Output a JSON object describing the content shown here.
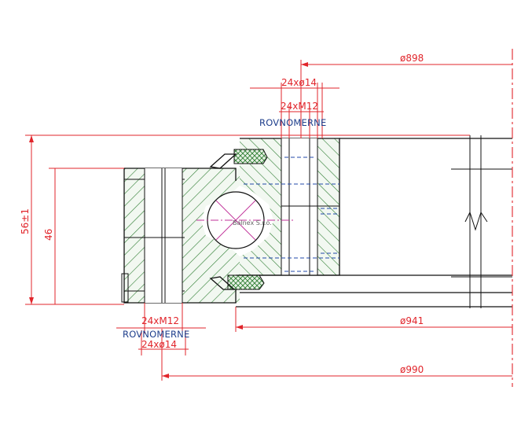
{
  "dimensions": {
    "d898": "ø898",
    "d941": "ø941",
    "d990": "ø990",
    "top_holes": "24xø14",
    "top_thread": "24xM12",
    "bottom_thread": "24xM12",
    "bottom_holes": "24xø14",
    "height_total": "56±1",
    "height_inner": "46"
  },
  "labels": {
    "top_spacing": "ROVNOMERNE",
    "bottom_spacing": "ROVNOMERNE"
  },
  "watermark": "Balnex S.r.o.",
  "colors": {
    "dimension": "#e1252b",
    "label": "#1f3f8c",
    "hatch": "#2e7d32",
    "outline": "#111111",
    "bolt_dashed": "#2048a8",
    "ball": "#c0309a"
  }
}
